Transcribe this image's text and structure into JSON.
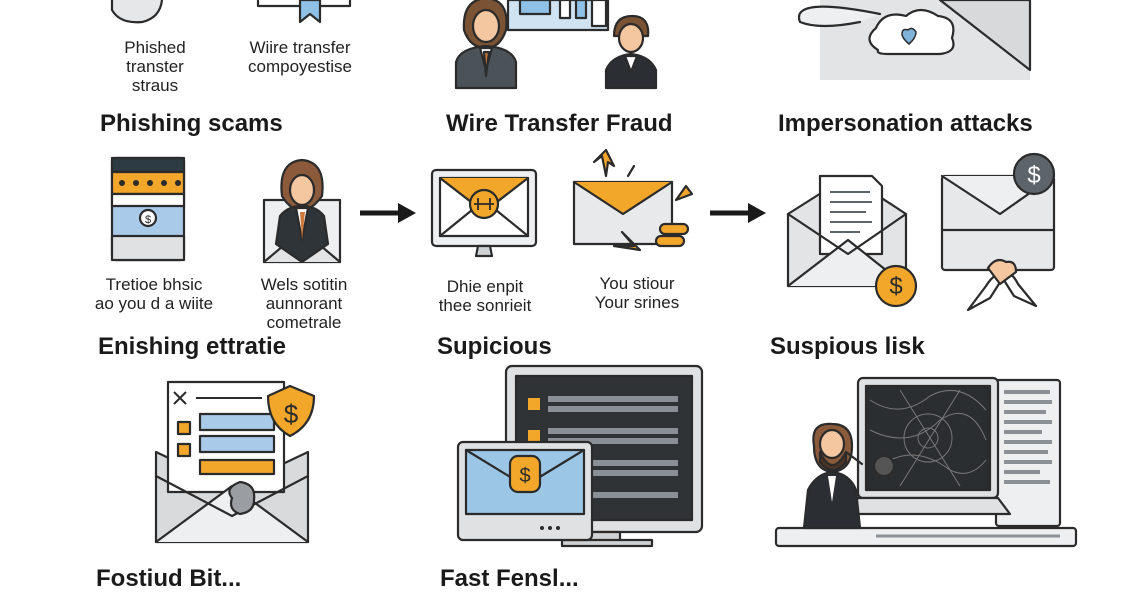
{
  "row1": {
    "titles": [
      "Phishing scams",
      "Wire Transfer Fraud",
      "Impersonation attacks"
    ],
    "captions": [
      "Phished\ntranster\nstraus",
      "Wiire transfer\ncompoyestise"
    ]
  },
  "row2": {
    "titles": [
      "Enishing ettratie",
      "Supicious",
      "Suspious lisk"
    ],
    "captions": [
      "Tretioe bhsic\nao you d a wiite",
      "Wels sotitin\naunnorant\ncometrale",
      "Dhie enpit\nthee sonrieit",
      "You stiour\nYour srines"
    ]
  },
  "row3": {
    "titles": [
      "Fostiud Bit...",
      "Fast Fensl..."
    ]
  },
  "icons": [
    "bank-card-icon",
    "businesswoman-email-icon",
    "monitor-email-icon",
    "flying-envelope-icon",
    "document-envelope-dollar-icon",
    "dollar-transfer-handshake-icon",
    "envelope-shield-dollar-icon",
    "laptop-server-icon",
    "hacker-computer-icon",
    "cloud-heart-envelope-icon"
  ],
  "colors": {
    "accent": "#f2a72a",
    "blue": "#9cc6e6",
    "dark": "#2b2b2b",
    "gray": "#dfe1e3"
  }
}
